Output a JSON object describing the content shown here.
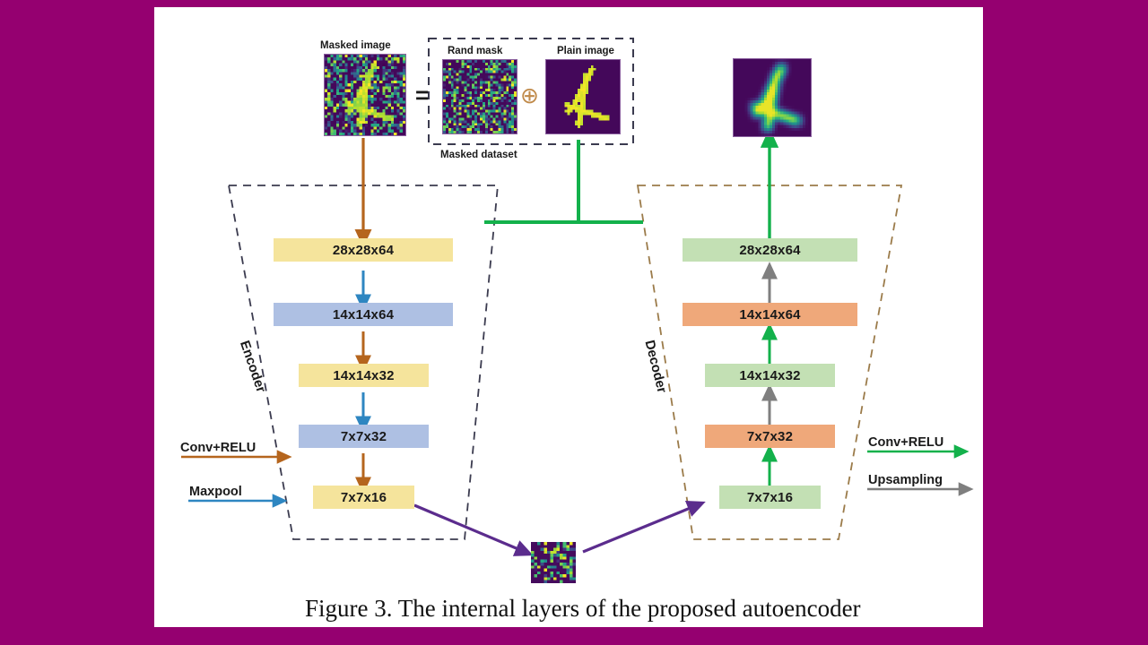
{
  "figure": {
    "caption": "Figure 3. The internal layers of the proposed autoencoder",
    "background_color": "#950070",
    "page_color": "#ffffff"
  },
  "top": {
    "masked_image_label": "Masked image",
    "equals_symbol": "=",
    "rand_mask_label": "Rand mask",
    "oplus_symbol": "⊕",
    "plain_image_label": "Plain image",
    "masked_dataset_label": "Masked dataset",
    "output_image_label": ""
  },
  "encoder": {
    "group_label": "Encoder",
    "layers": [
      {
        "label": "28x28x64",
        "color": "#F5E49C"
      },
      {
        "label": "14x14x64",
        "color": "#AEC0E3"
      },
      {
        "label": "14x14x32",
        "color": "#F5E49C"
      },
      {
        "label": "7x7x32",
        "color": "#AEC0E3"
      },
      {
        "label": "7x7x16",
        "color": "#F5E49C"
      }
    ],
    "arrow_colors": [
      "#B5651D",
      "#2E86C1",
      "#B5651D",
      "#2E86C1",
      "#B5651D"
    ],
    "border_color": "#3b3b4f"
  },
  "decoder": {
    "group_label": "Decoder",
    "layers": [
      {
        "label": "28x28x64",
        "color": "#C3E0B4"
      },
      {
        "label": "14x14x64",
        "color": "#EFA87A"
      },
      {
        "label": "14x14x32",
        "color": "#C3E0B4"
      },
      {
        "label": "7x7x32",
        "color": "#EFA87A"
      },
      {
        "label": "7x7x16",
        "color": "#C3E0B4"
      }
    ],
    "arrow_colors": [
      "#7f7f7f",
      "#13B14B",
      "#7f7f7f",
      "#13B14B",
      "#13B14B"
    ],
    "border_color": "#9B7B4A"
  },
  "legend_left": {
    "items": [
      {
        "label": "Conv+RELU",
        "color": "#B5651D"
      },
      {
        "label": "Maxpool",
        "color": "#2E86C1"
      }
    ]
  },
  "legend_right": {
    "items": [
      {
        "label": "Conv+RELU",
        "color": "#13B14B"
      },
      {
        "label": "Upsampling",
        "color": "#6f6f6f"
      }
    ]
  },
  "colors": {
    "skip_connection": "#13B14B",
    "latent_arrow": "#5B2C8D",
    "conv_orange": "#B5651D",
    "maxpool_blue": "#2E86C1",
    "upsample_gray": "#7f7f7f"
  }
}
